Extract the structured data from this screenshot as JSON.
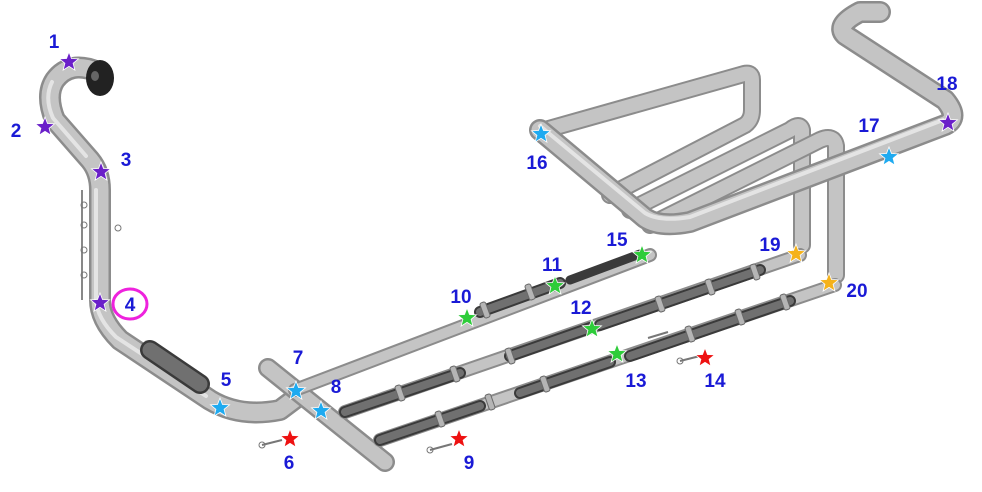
{
  "colors": {
    "label": "#1a1ad6",
    "star_purple": "#6a1fc9",
    "star_blue": "#1eaaf0",
    "star_green": "#2ecc3a",
    "star_red": "#ee1111",
    "star_orange": "#f5b21a",
    "highlight_ring": "#ee22dd"
  },
  "markers": [
    {
      "id": "m1",
      "label": "1",
      "color": "purple"
    },
    {
      "id": "m2",
      "label": "2",
      "color": "purple"
    },
    {
      "id": "m3",
      "label": "3",
      "color": "purple"
    },
    {
      "id": "m4",
      "label": "4",
      "color": "purple",
      "highlighted": true
    },
    {
      "id": "m5",
      "label": "5",
      "color": "blue"
    },
    {
      "id": "m6",
      "label": "6",
      "color": "red"
    },
    {
      "id": "m7",
      "label": "7",
      "color": "blue"
    },
    {
      "id": "m8",
      "label": "8",
      "color": "blue"
    },
    {
      "id": "m9",
      "label": "9",
      "color": "red"
    },
    {
      "id": "m10",
      "label": "10",
      "color": "green"
    },
    {
      "id": "m11",
      "label": "11",
      "color": "green"
    },
    {
      "id": "m12",
      "label": "12",
      "color": "green"
    },
    {
      "id": "m13",
      "label": "13",
      "color": "green"
    },
    {
      "id": "m14",
      "label": "14",
      "color": "red"
    },
    {
      "id": "m15",
      "label": "15",
      "color": "green"
    },
    {
      "id": "m16",
      "label": "16",
      "color": "blue"
    },
    {
      "id": "m17",
      "label": "17",
      "color": "blue"
    },
    {
      "id": "m18",
      "label": "18",
      "color": "purple"
    },
    {
      "id": "m19",
      "label": "19",
      "color": "orange"
    },
    {
      "id": "m20",
      "label": "20",
      "color": "orange"
    }
  ]
}
